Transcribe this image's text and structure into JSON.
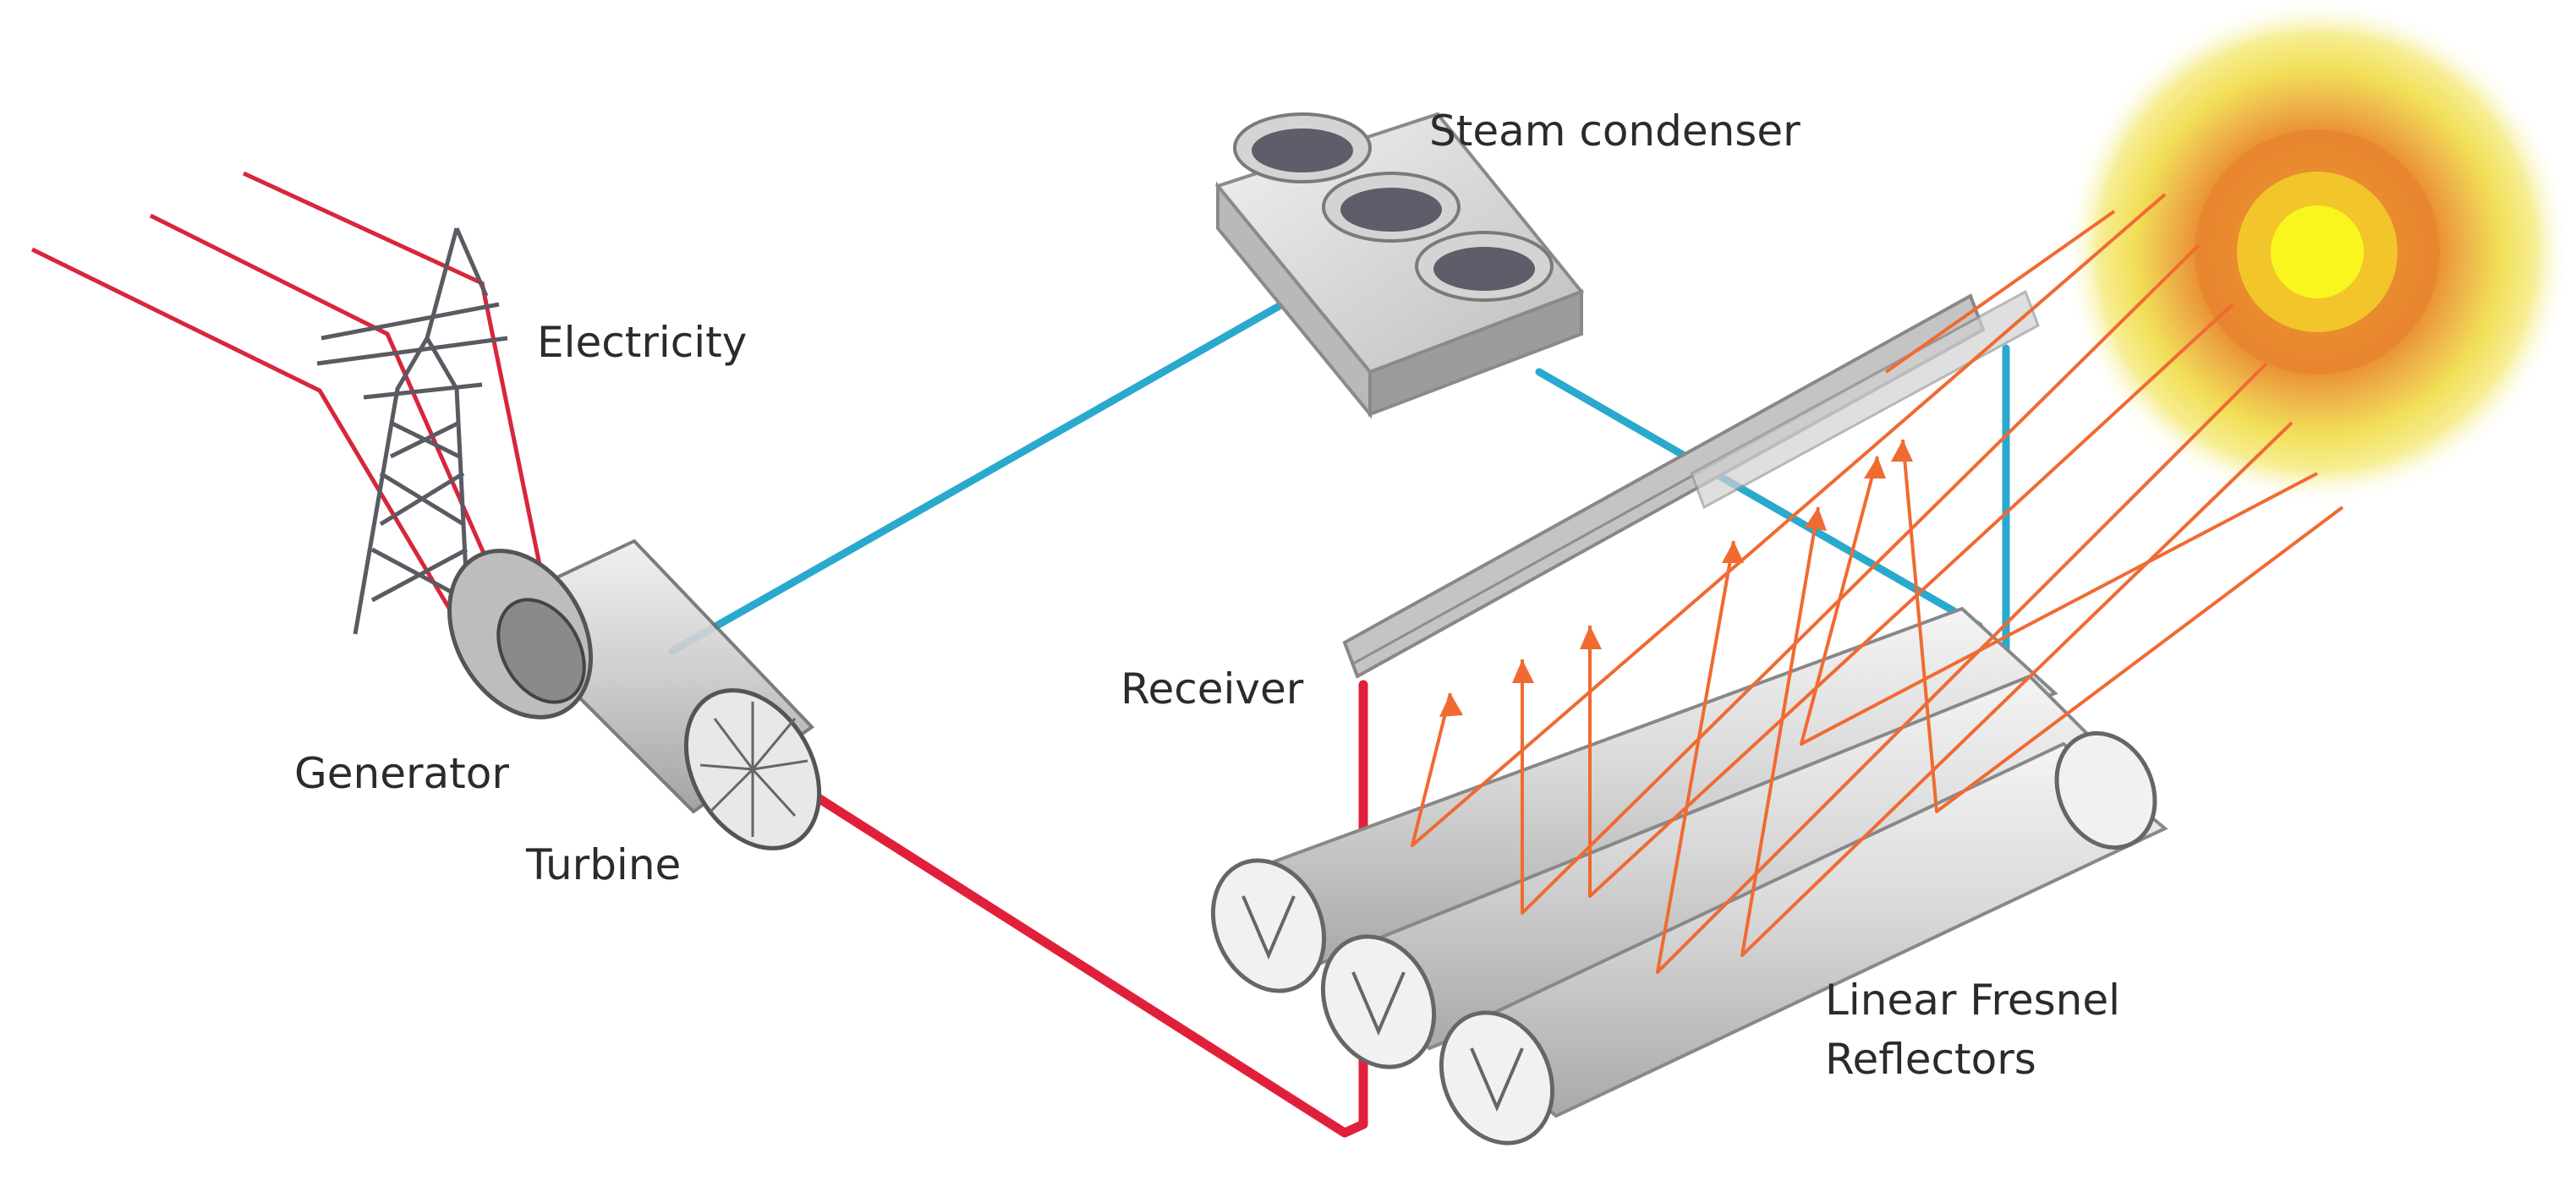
{
  "labels": {
    "steam_condenser": "Steam condenser",
    "electricity": "Electricity",
    "receiver": "Receiver",
    "generator": "Generator",
    "turbine": "Turbine",
    "reflectors_line1": "Linear Fresnel",
    "reflectors_line2": "Reflectors"
  },
  "colors": {
    "hot_pipe": "#e0203a",
    "cold_pipe": "#2aa9cf",
    "power_line": "#d8263a",
    "sun_ray": "#f06a32",
    "sun_outer": "#f3ea8a",
    "sun_mid": "#e88a2e",
    "sun_core": "#f7ef2a"
  }
}
